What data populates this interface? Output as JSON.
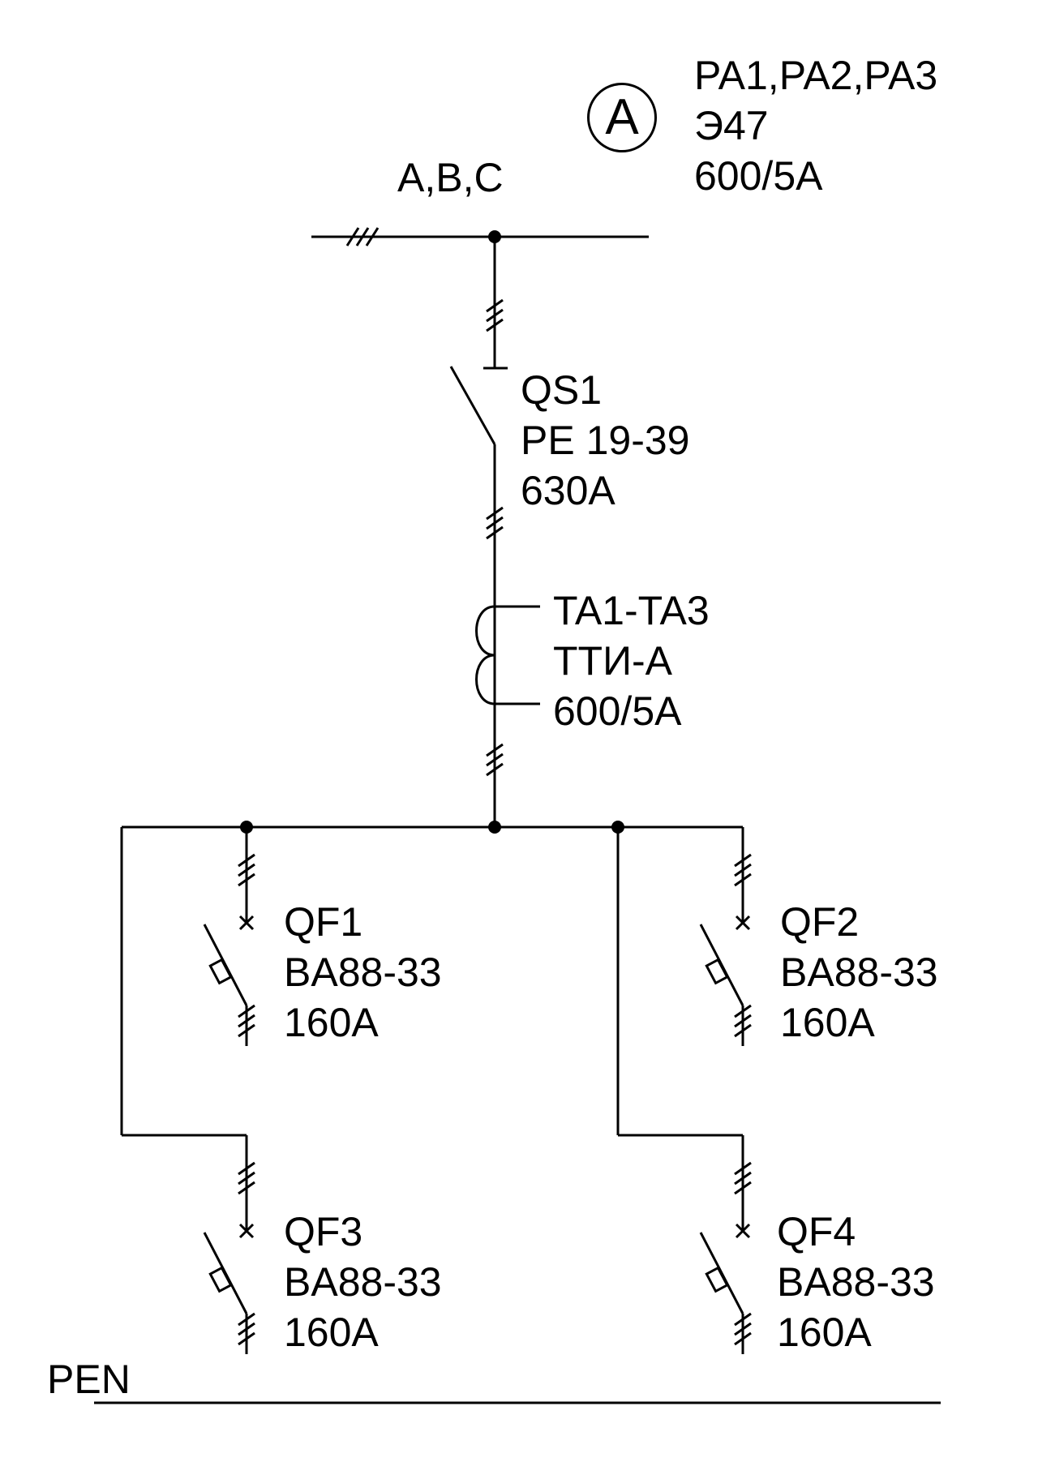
{
  "ammeter": {
    "symbol": "A",
    "designation": "PA1,PA2,PA3",
    "type": "Э47",
    "rating": "600/5A"
  },
  "bus": {
    "label": "A,B,C"
  },
  "disconnector": {
    "designation": "QS1",
    "type": "PE 19-39",
    "rating": "630A"
  },
  "current_transformer": {
    "designation": "TA1-TA3",
    "type": "ТТИ-А",
    "rating": "600/5A"
  },
  "breakers": [
    {
      "designation": "QF1",
      "type": "BA88-33",
      "rating": "160A"
    },
    {
      "designation": "QF2",
      "type": "BA88-33",
      "rating": "160A"
    },
    {
      "designation": "QF3",
      "type": "BA88-33",
      "rating": "160A"
    },
    {
      "designation": "QF4",
      "type": "BA88-33",
      "rating": "160A"
    }
  ],
  "pen": {
    "label": "PEN"
  }
}
